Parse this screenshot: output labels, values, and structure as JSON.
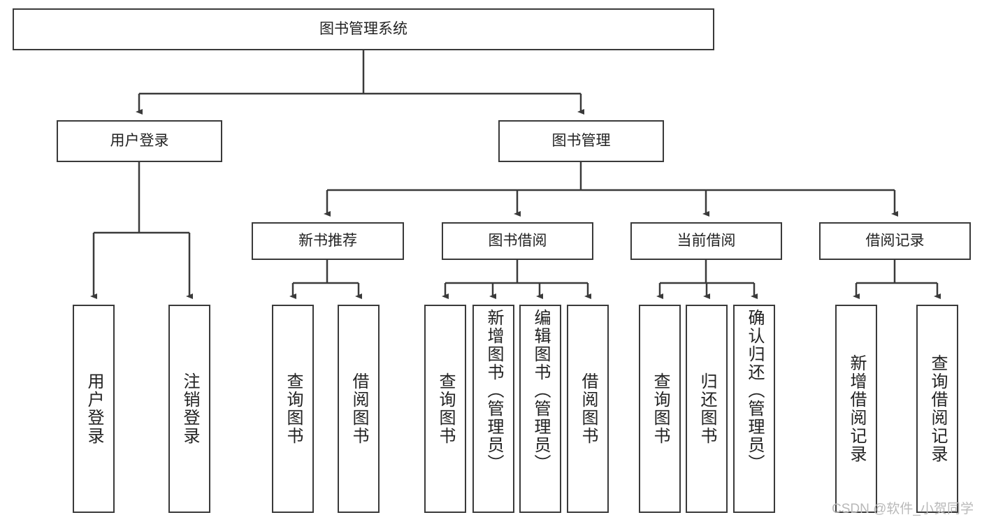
{
  "diagram": {
    "title": "图书管理系统",
    "type": "tree-hierarchy",
    "root": {
      "label": "图书管理系统"
    },
    "level1": [
      {
        "label": "用户登录"
      },
      {
        "label": "图书管理"
      }
    ],
    "level2": [
      {
        "label": "新书推荐",
        "parent": "图书管理"
      },
      {
        "label": "图书借阅",
        "parent": "图书管理"
      },
      {
        "label": "当前借阅",
        "parent": "图书管理"
      },
      {
        "label": "借阅记录",
        "parent": "图书管理"
      }
    ],
    "leaves": {
      "user_login": [
        {
          "label": "用户登录"
        },
        {
          "label": "注销登录"
        }
      ],
      "new_book_recommend": [
        {
          "label": "查询图书"
        },
        {
          "label": "借阅图书"
        }
      ],
      "book_borrow": [
        {
          "label": "查询图书"
        },
        {
          "label": "新增图书（管理员）"
        },
        {
          "label": "编辑图书（管理员）"
        },
        {
          "label": "借阅图书"
        }
      ],
      "current_borrow": [
        {
          "label": "查询图书"
        },
        {
          "label": "归还图书"
        },
        {
          "label": "确认归还（管理员）"
        }
      ],
      "borrow_record": [
        {
          "label": "新增借阅记录"
        },
        {
          "label": "查询借阅记录"
        }
      ]
    }
  },
  "watermark": {
    "text": "CSDN @软件_小贺同学"
  },
  "colors": {
    "stroke": "#3a3a3a",
    "text": "#222222",
    "background": "#ffffff",
    "watermark": "#b9b9b9"
  }
}
